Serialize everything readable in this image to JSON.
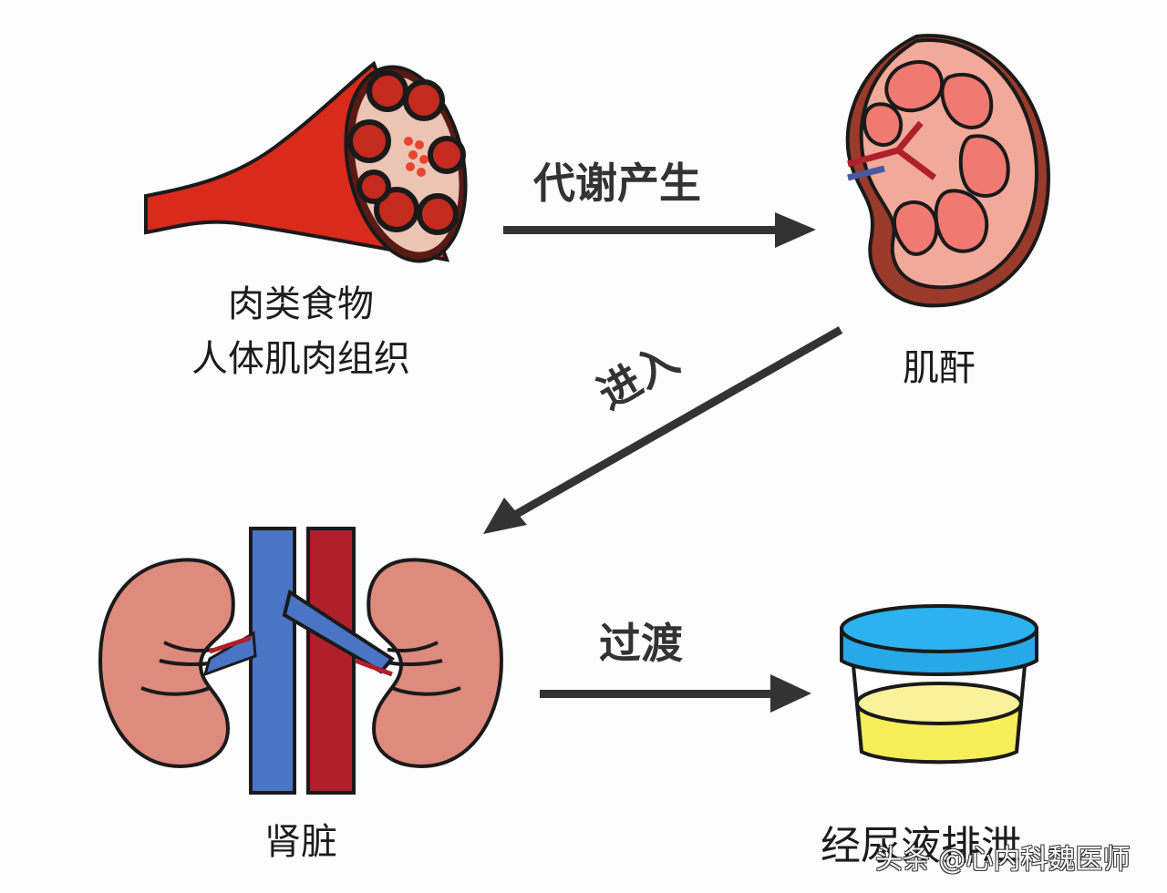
{
  "nodes": {
    "meat": {
      "label_lines": [
        "肉类食物",
        "人体肌肉组织"
      ],
      "icon": "muscle-meat-cross-section-icon"
    },
    "creatinine": {
      "label": "肌酐",
      "icon": "kidney-cross-section-icon"
    },
    "kidneys": {
      "label": "肾脏",
      "icon": "kidneys-with-vessels-icon"
    },
    "urine": {
      "label": "经尿液排泄",
      "icon": "urine-sample-cup-icon"
    }
  },
  "edges": [
    {
      "from": "meat",
      "to": "creatinine",
      "label": "代谢产生",
      "direction": "right"
    },
    {
      "from": "creatinine",
      "to": "kidneys",
      "label": "进入",
      "direction": "down-left"
    },
    {
      "from": "kidneys",
      "to": "urine",
      "label": "过渡",
      "direction": "right"
    }
  ],
  "watermark": "头条 @心内科魏医师",
  "colors": {
    "background": "#fdfdfd",
    "arrow": "#333333",
    "meat_red": "#d92a1c",
    "kidney_pink": "#f3a99a",
    "kidney_cortex": "#f07a72",
    "kidney_brown": "#9a3a2a",
    "vein_blue": "#4a74c4",
    "artery_red": "#b0202a",
    "kidney_body": "#de8a7c",
    "lid_blue": "#27a9e8",
    "urine_yellow": "#f8ee5a",
    "outline": "#1a1a1a"
  }
}
